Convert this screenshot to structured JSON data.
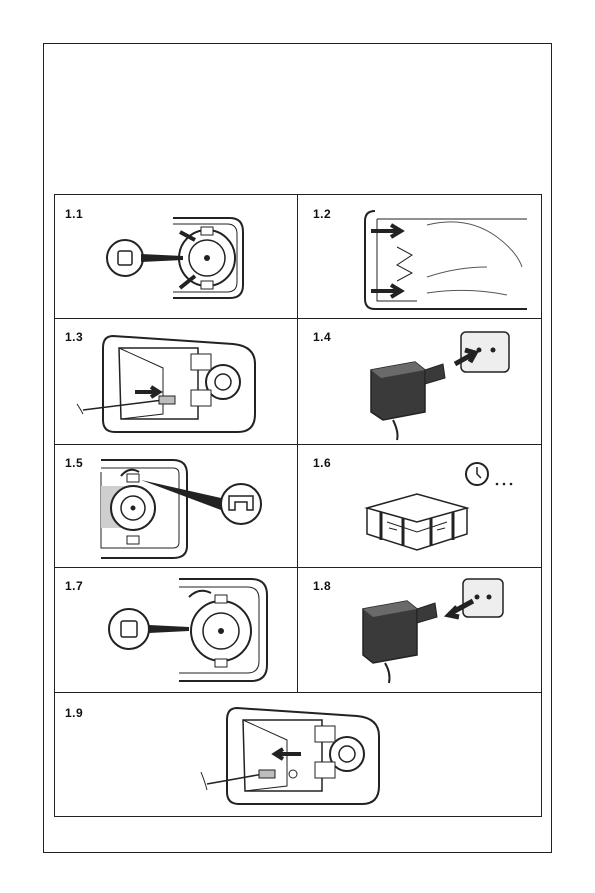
{
  "steps": [
    {
      "id": "1.1",
      "label": "1.1"
    },
    {
      "id": "1.2",
      "label": "1.2"
    },
    {
      "id": "1.3",
      "label": "1.3"
    },
    {
      "id": "1.4",
      "label": "1.4"
    },
    {
      "id": "1.5",
      "label": "1.5"
    },
    {
      "id": "1.6",
      "label": "1.6"
    },
    {
      "id": "1.7",
      "label": "1.7"
    },
    {
      "id": "1.8",
      "label": "1.8"
    },
    {
      "id": "1.9",
      "label": "1.9"
    }
  ],
  "icons": {
    "timer": "clock-icon",
    "arrow": "arrow-icon",
    "plug": "power-adapter-icon"
  },
  "colors": {
    "line": "#222222",
    "shade": "#bdbdbd",
    "dark": "#3a3a3a"
  }
}
